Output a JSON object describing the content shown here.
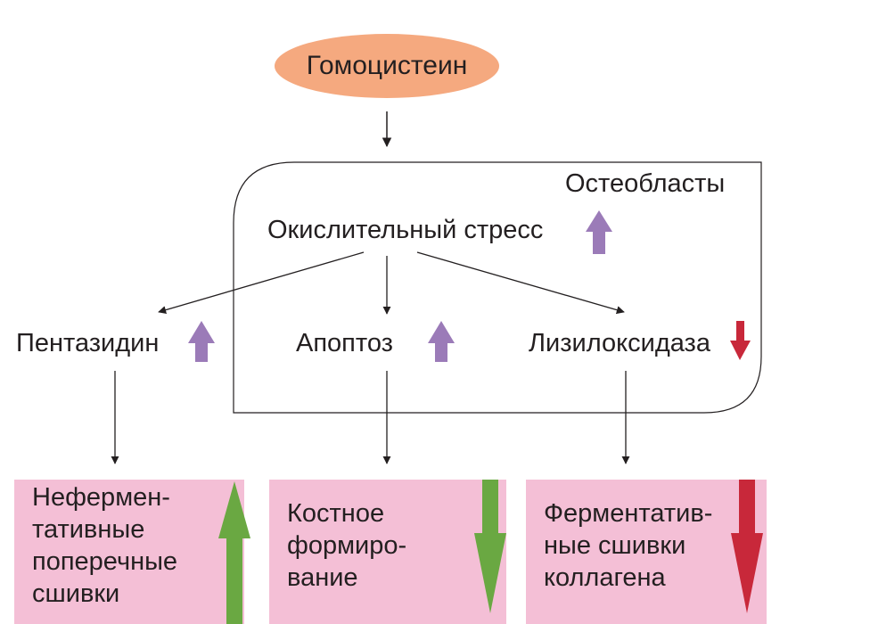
{
  "diagram": {
    "root": {
      "label": "Гомоцистеин",
      "color": "#f5a97f"
    },
    "container": {
      "label": "Остеобласты"
    },
    "stress": {
      "label": "Окислительный стресс",
      "trend": "up"
    },
    "markers": [
      {
        "id": "pentosidine",
        "label": "Пентазидин",
        "trend": "up"
      },
      {
        "id": "apoptosis",
        "label": "Апоптоз",
        "trend": "up"
      },
      {
        "id": "lysyl-oxidase",
        "label": "Лизилоксидаза",
        "trend": "down"
      }
    ],
    "outcomes": [
      {
        "id": "nonenzymatic-crosslinks",
        "label": "Нефермен-\nтативные\nпоперечные\nсшивки",
        "trend": "up"
      },
      {
        "id": "bone-formation",
        "label": "Костное\nформиро-\nвание",
        "trend": "down"
      },
      {
        "id": "enzymatic-crosslinks",
        "label": "Ферментатив-\nные сшивки\nколлагена",
        "trend": "down"
      }
    ],
    "colors": {
      "small_up_arrow": "#9b7bb8",
      "small_down_arrow": "#c8283a",
      "big_up_arrow": "#6aa842",
      "big_down_arrow_green": "#6aa842",
      "big_down_arrow_red": "#c8283a",
      "outcome_box": "#f4bfd6",
      "line": "#231f20"
    }
  }
}
